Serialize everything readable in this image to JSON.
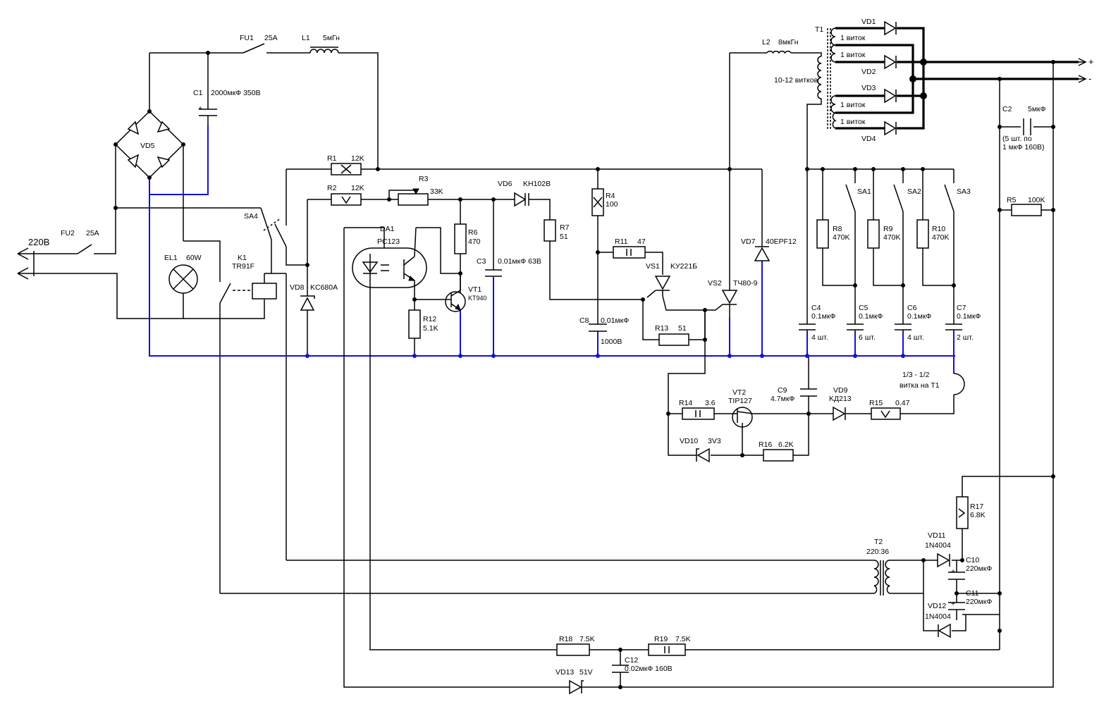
{
  "labels": {
    "fu1": "FU1",
    "fu1_val": "25A",
    "l1": "L1",
    "l1_val": "5мГн",
    "c1": "C1",
    "c1_val": "2000мкФ 350В",
    "vd5": "VD5",
    "fu2": "FU2",
    "fu2_val": "25A",
    "mains": "220В",
    "el1": "EL1",
    "el1_val": "60W",
    "k1": "K1",
    "k1_val": "TR91F",
    "sa4": "SA4",
    "r1": "R1",
    "r1_val": "12K",
    "r2": "R2",
    "r2_val": "12K",
    "r3": "R3",
    "r3_val": "33K",
    "vd8": "VD8",
    "vd8_val": "KC680A",
    "da1": "DA1",
    "da1_val": "PC123",
    "r6": "R6",
    "r6_val": "470",
    "r12": "R12",
    "r12_val": "5.1K",
    "vt1": "VT1",
    "vt1_val": "KT940",
    "c3": "C3",
    "c3_val": "0.01мкФ 63В",
    "vd6": "VD6",
    "vd6_val": "KH102B",
    "r7": "R7",
    "r7_val": "51",
    "r4": "R4",
    "r4_val": "100",
    "r11": "R11",
    "r11_val": "47",
    "vs1": "VS1",
    "vs1_val": "KУ221Б",
    "c8": "C8",
    "c8_val": "0.01мкФ",
    "c8_val2": "1000В",
    "r13": "R13",
    "r13_val": "51",
    "vs2": "VS2",
    "vs2_val": "TЧ80-9",
    "vd7": "VD7",
    "vd7_val": "40EPF12",
    "l2": "L2",
    "l2_val": "8мкГн",
    "turns": "10-12 витков",
    "t1": "T1",
    "turn": "1 виток",
    "vd1": "VD1",
    "vd2": "VD2",
    "vd3": "VD3",
    "vd4": "VD4",
    "plus": "+",
    "minus": "-",
    "c2": "C2",
    "c2_val": "5мкФ",
    "c2_note1": "(5 шт. по",
    "c2_note2": "1 мкФ 160В)",
    "r5": "R5",
    "r5_val": "100K",
    "sa1": "SA1",
    "sa2": "SA2",
    "sa3": "SA3",
    "r8": "R8",
    "r8_val": "470K",
    "r9": "R9",
    "r9_val": "470K",
    "r10": "R10",
    "r10_val": "470K",
    "c4": "C4",
    "c4_val": "0.1мкФ",
    "c4_n": "4 шт.",
    "c5": "C5",
    "c5_val": "0.1мкФ",
    "c5_n": "6 шт.",
    "c6": "C6",
    "c6_val": "0.1мкФ",
    "c6_n": "4 шт.",
    "c7": "C7",
    "c7_val": "0.1мкФ",
    "c7_n": "2 шт.",
    "winding1": "1/3 - 1/2",
    "winding2": "витка на T1",
    "r14": "R14",
    "r14_val": "3.6",
    "vt2": "VT2",
    "vt2_val": "TIP127",
    "c9": "C9",
    "c9_val": "4.7мкФ",
    "vd9": "VD9",
    "vd9_val": "KД213",
    "r15": "R15",
    "r15_val": "0.47",
    "vd10": "VD10",
    "vd10_val": "3V3",
    "r16": "R16",
    "r16_val": "6.2K",
    "r17": "R17",
    "r17_val": "6.8K",
    "t2": "T2",
    "t2_val": "220:36",
    "vd11": "VD11",
    "vd11_val": "1N4004",
    "c10": "C10",
    "c10_val": "220мкФ",
    "c11": "C11",
    "c11_val": "220мкФ",
    "vd12": "VD12",
    "vd12_val": "1N4004",
    "r18": "R18",
    "r18_val": "7.5K",
    "r19": "R19",
    "r19_val": "7.5K",
    "c12": "C12",
    "c12_val": "0.02мкФ 160В",
    "vd13": "VD13",
    "vd13_val": "51V"
  }
}
